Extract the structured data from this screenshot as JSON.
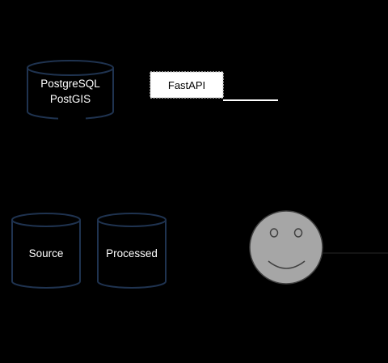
{
  "diagram": {
    "database": {
      "line1": "PostgreSQL",
      "line2": "PostGIS"
    },
    "api": {
      "label": "FastAPI"
    },
    "source_store": {
      "label": "Source"
    },
    "processed_store": {
      "label": "Processed"
    },
    "user": {
      "icon": "smiley-face-icon"
    },
    "colors": {
      "background": "#000000",
      "cylinder_fill": "#000000",
      "cylinder_stroke": "#1f3350",
      "text": "#ffffff",
      "api_box": "#ffffff",
      "face_fill": "#a6a6a6",
      "face_stroke": "#404040",
      "connector": "#ffffff"
    }
  }
}
